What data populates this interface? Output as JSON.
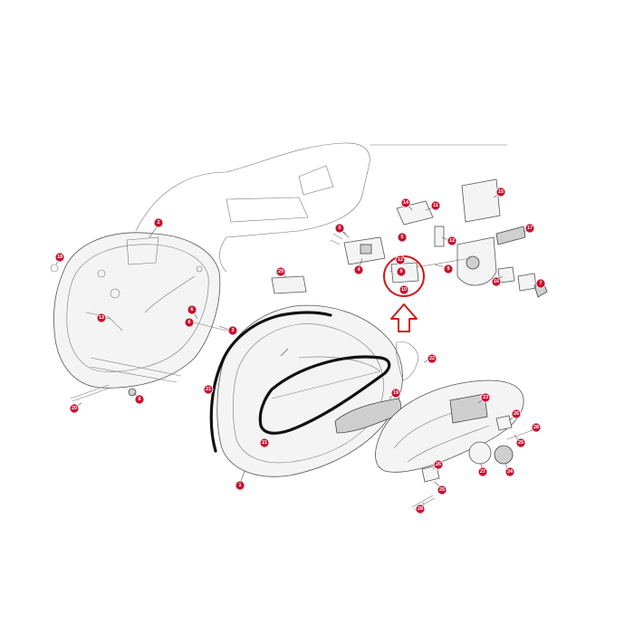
{
  "callouts": [
    "1",
    "2",
    "3",
    "4",
    "5",
    "6",
    "7",
    "8",
    "9",
    "10",
    "11",
    "12",
    "13",
    "14",
    "15",
    "16",
    "17",
    "18",
    "19",
    "20",
    "21",
    "22",
    "23",
    "24",
    "25",
    "26",
    "27",
    "28",
    "29"
  ],
  "colors": {
    "callout": "#c8102e",
    "highlight": "#d11a1a",
    "seal": "#111111",
    "line": "#555555"
  }
}
